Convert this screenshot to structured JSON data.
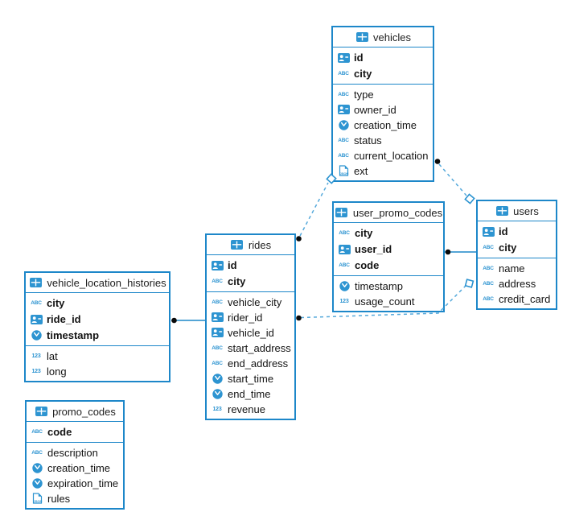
{
  "icons": {
    "table": {
      "name": "table-icon"
    },
    "uuid": {
      "name": "uuid-icon"
    },
    "text": {
      "name": "text-icon",
      "glyph": "ABC"
    },
    "timestamp": {
      "name": "timestamp-icon"
    },
    "number": {
      "name": "number-icon",
      "glyph": "123"
    },
    "json": {
      "name": "json-icon",
      "glyph": "JSON"
    }
  },
  "colors": {
    "table_border": "#1d87c9",
    "icon_blue": "#2d94d1",
    "solid_line": "#1d87c9",
    "dashed_line": "#55a9db",
    "endpoint_dot": "#0a0a0a",
    "background": "#ffffff"
  },
  "tables": {
    "vehicles": {
      "title": "vehicles",
      "pk": [
        {
          "name": "id",
          "type": "uuid"
        },
        {
          "name": "city",
          "type": "text"
        }
      ],
      "cols": [
        {
          "name": "type",
          "type": "text"
        },
        {
          "name": "owner_id",
          "type": "uuid"
        },
        {
          "name": "creation_time",
          "type": "timestamp"
        },
        {
          "name": "status",
          "type": "text"
        },
        {
          "name": "current_location",
          "type": "text"
        },
        {
          "name": "ext",
          "type": "json"
        }
      ]
    },
    "user_promo_codes": {
      "title": "user_promo_codes",
      "pk": [
        {
          "name": "city",
          "type": "text"
        },
        {
          "name": "user_id",
          "type": "uuid"
        },
        {
          "name": "code",
          "type": "text"
        }
      ],
      "cols": [
        {
          "name": "timestamp",
          "type": "timestamp"
        },
        {
          "name": "usage_count",
          "type": "number"
        }
      ]
    },
    "users": {
      "title": "users",
      "pk": [
        {
          "name": "id",
          "type": "uuid"
        },
        {
          "name": "city",
          "type": "text"
        }
      ],
      "cols": [
        {
          "name": "name",
          "type": "text"
        },
        {
          "name": "address",
          "type": "text"
        },
        {
          "name": "credit_card",
          "type": "text"
        }
      ]
    },
    "rides": {
      "title": "rides",
      "pk": [
        {
          "name": "id",
          "type": "uuid"
        },
        {
          "name": "city",
          "type": "text"
        }
      ],
      "cols": [
        {
          "name": "vehicle_city",
          "type": "text"
        },
        {
          "name": "rider_id",
          "type": "uuid"
        },
        {
          "name": "vehicle_id",
          "type": "uuid"
        },
        {
          "name": "start_address",
          "type": "text"
        },
        {
          "name": "end_address",
          "type": "text"
        },
        {
          "name": "start_time",
          "type": "timestamp"
        },
        {
          "name": "end_time",
          "type": "timestamp"
        },
        {
          "name": "revenue",
          "type": "number"
        }
      ]
    },
    "vehicle_location_histories": {
      "title": "vehicle_location_histories",
      "pk": [
        {
          "name": "city",
          "type": "text"
        },
        {
          "name": "ride_id",
          "type": "uuid"
        },
        {
          "name": "timestamp",
          "type": "timestamp"
        }
      ],
      "cols": [
        {
          "name": "lat",
          "type": "number"
        },
        {
          "name": "long",
          "type": "number"
        }
      ]
    },
    "promo_codes": {
      "title": "promo_codes",
      "pk": [
        {
          "name": "code",
          "type": "text"
        }
      ],
      "cols": [
        {
          "name": "description",
          "type": "text"
        },
        {
          "name": "creation_time",
          "type": "timestamp"
        },
        {
          "name": "expiration_time",
          "type": "timestamp"
        },
        {
          "name": "rules",
          "type": "json"
        }
      ]
    }
  },
  "relations": [
    {
      "from": "vehicle_location_histories",
      "to": "rides",
      "line_style": "solid"
    },
    {
      "from": "user_promo_codes",
      "to": "users",
      "line_style": "solid"
    },
    {
      "from": "rides",
      "to": "vehicles",
      "line_style": "dashed"
    },
    {
      "from": "vehicles",
      "to": "users",
      "line_style": "dashed"
    },
    {
      "from": "rides",
      "to": "users",
      "line_style": "dashed"
    }
  ]
}
